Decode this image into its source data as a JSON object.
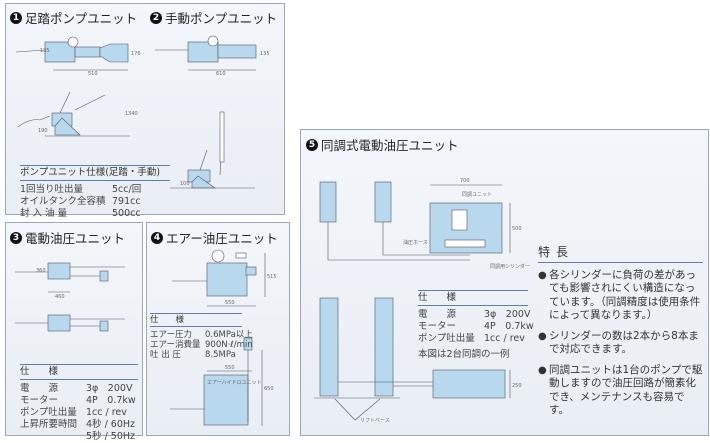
{
  "sections": {
    "s1": {
      "num": "1",
      "title": "足踏ポンプユニット",
      "dims": [
        "510",
        "176",
        "135",
        "1340",
        "190"
      ]
    },
    "s2": {
      "num": "2",
      "title": "手動ポンプユニット",
      "dims": [
        "610",
        "135",
        "100"
      ]
    },
    "s3": {
      "num": "3",
      "title": "電動油圧ユニット",
      "dims": [
        "460",
        "360"
      ]
    },
    "s4": {
      "num": "4",
      "title": "エアー油圧ユニット",
      "dims": [
        "550",
        "515",
        "550",
        "650"
      ],
      "unit_label": "エアーハイドロユニット"
    },
    "s5": {
      "num": "5",
      "title": "同調式電動油圧ユニット",
      "dims": [
        "700",
        "500",
        "250"
      ],
      "labels": {
        "sync_unit": "同調ユニット",
        "hose": "油圧ホース",
        "cylinder": "同調用シリンダー",
        "base": "リフトベース"
      },
      "note": "本図は2台同調の一例"
    }
  },
  "pump_spec": {
    "heading": "ポンプユニット仕様(足踏・手動)",
    "rows": [
      {
        "k": "1回当り吐出量",
        "v": "5cc/回"
      },
      {
        "k": "オイルタンク全容積",
        "v": "791cc"
      },
      {
        "k": "封 入 油 量",
        "v": "500cc"
      }
    ]
  },
  "electric_spec": {
    "heading": "仕　　様",
    "rows": [
      {
        "k": "電　　源",
        "v": "3φ　200V"
      },
      {
        "k": "モーター",
        "v": "4P　0.7kw"
      },
      {
        "k": "ポンプ吐出量",
        "v": "1cc / rev"
      },
      {
        "k": "上昇所要時間",
        "v": "4秒 / 60Hz"
      },
      {
        "k": "",
        "v": "5秒 / 50Hz"
      }
    ]
  },
  "air_spec": {
    "heading": "仕　　様",
    "rows": [
      {
        "k": "エアー圧力",
        "v": "0.6MPa以上"
      },
      {
        "k": "エアー消費量",
        "v": "900N·ℓ/min"
      },
      {
        "k": "吐 出 圧",
        "v": "8.5MPa"
      }
    ]
  },
  "sync_spec": {
    "heading": "仕　　様",
    "rows": [
      {
        "k": "電　　源",
        "v": "3φ　200V"
      },
      {
        "k": "モーター",
        "v": "4P　0.7kw"
      },
      {
        "k": "ポンプ吐出量",
        "v": "1cc / rev"
      }
    ]
  },
  "features": {
    "heading": "特長",
    "items": [
      "各シリンダーに負荷の差があっても影響されにくい構造になっています。（同調精度は使用条件によって異なります。）",
      "シリンダーの数は2本から8本まで対応できます。",
      "同調ユニットは1台のポンプで駆動しますので油圧回路が簡素化でき、メンテナンスも容易です。"
    ]
  },
  "colors": {
    "unit_fill": "#b8d8ee",
    "line": "#556",
    "accent": "#5a7fb0"
  }
}
